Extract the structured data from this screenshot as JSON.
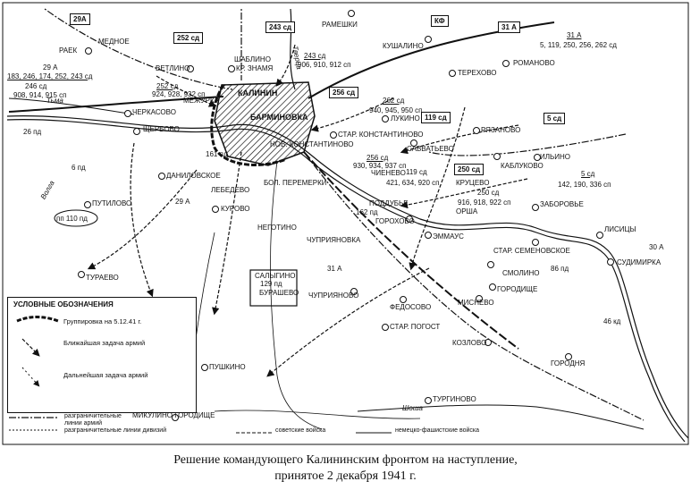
{
  "flags": {
    "f29a": "29А",
    "f252": "252 сд",
    "f243": "243 сд",
    "fkf": "КФ",
    "f31a": "31 А",
    "f256": "256 сд",
    "f119": "119 сд",
    "f5": "5 сд",
    "f250": "250 сд"
  },
  "places": {
    "raek": "РАЕК",
    "mednoe": "МЕДНОЕ",
    "rameshki": "РАМЕШКИ",
    "kushalino": "КУШАЛИНО",
    "romanovo": "РОМАНОВО",
    "shablino": "ШАБЛИНО",
    "kr_znamya": "КР. ЗНАМЯ",
    "vetlino": "ВЕТЛИНО",
    "mezhurka": "МЕЖУРКА",
    "kalinin": "КАЛИНИН",
    "barminovka": "БАРМИНОВКА",
    "cherkasovo": "ЧЕРКАСОВО",
    "terekhovo": "ТЕРЕХОВО",
    "lukino": "ЛУКИНО",
    "star_konst": "СТАР. КОНСТАНТИНОВО",
    "nov_konst": "НОВ. КОНСТАНТИНОВО",
    "ryazanovo": "РЯЗАНОВО",
    "savvatevo": "САВВАТЬЕВО",
    "ilino": "ИЛЬИНО",
    "kablukovo": "КАБЛУКОВО",
    "shcherbovo": "ЩЕРБОВО",
    "danilovskoe": "ДАНИЛОВСКОЕ",
    "lebedevo": "ЛЕБЕДЕВО",
    "kurovo": "КУРОВО",
    "bol_peremerki": "БОЛ. ПЕРЕМЕРКИ",
    "chienevo": "ЧИЕНЕВО",
    "krutsevo": "КРУЦЕВО",
    "zaborovye": "ЗАБОРОВЬЕ",
    "putilovo": "ПУТИЛОВО",
    "negotino": "НЕГОТИНО",
    "poddubye": "ПОДДУБЬЕ",
    "orsha": "ОРША",
    "gorokhovo": "ГОРОХОВО",
    "emmaus": "ЭММАУС",
    "lisitsy": "ЛИСИЦЫ",
    "chupriyanovka": "ЧУПРИЯНОВКА",
    "star_semenovskoe": "СТАР. СЕМЕНОВСКОЕ",
    "sudimirka": "СУДИМИРКА",
    "turaevo": "ТУРАЕВО",
    "salygino": "САЛЫГИНО",
    "burashevo": "БУРАШЕВО",
    "smolino": "СМОЛИНО",
    "gorodishche": "ГОРОДИЩЕ",
    "chupriyanovo": "ЧУПРИЯНОВО",
    "fedosovo": "ФЕДОСОВО",
    "misnevo": "МИСНЕВО",
    "star_pogost": "СТАР. ПОГОСТ",
    "kozlovo": "КОЗЛОВО",
    "gorodnya": "ГОРОДНЯ",
    "pushkino": "ПУШКИНО",
    "turginovo": "ТУРГИНОВО",
    "mikulino": "МИКУЛИНО ГОРОДИЩЕ"
  },
  "units": {
    "u29a_head": "29 А",
    "u29a_list": "183, 246, 174, 252, 243 сд",
    "u246": "246 сд",
    "u252": "252 сд",
    "u908": "908, 914, 915 сп",
    "u924": "924, 928, 932 сп",
    "u243_head": "243 сд",
    "u243_list": "906, 910, 912 сп",
    "u31a_head": "31 А",
    "u31a_list": "5, 119, 250, 256, 262 сд",
    "u262": "262 сд",
    "u940": "940, 945, 950 сп",
    "u26": "26 пд",
    "u6": "6 пд",
    "u161": "161 пд",
    "u256": "256 сд",
    "u930": "930, 934, 937 сп",
    "u119": "119 сд",
    "u421": "421, 634, 920 сп",
    "u5": "5 сд",
    "u142": "142, 190, 336 сп",
    "u162": "162 пд",
    "u916": "916, 918, 922 сп",
    "u250": "250 сд",
    "u29a_s": "29 А",
    "u110": "пп 110 пд",
    "u129": "129 пд",
    "u31a_s": "31 А",
    "u86": "86 пд",
    "u30a": "30 А",
    "u46": "46 кд"
  },
  "rivers": {
    "tvertsa": "Тверца",
    "tma": "Тьма",
    "volga": "Волга",
    "shosha": "Шоша"
  },
  "legend": {
    "title": "УСЛОВНЫЕ ОБОЗНАЧЕНИЯ",
    "grouping": "Группировка на 5.12.41 г.",
    "nearest": "Ближайшая задача армий",
    "further": "Дальнейшая задача армий",
    "army_lines": "разграничительные линии армий",
    "div_lines": "разграничительные линии дивизий",
    "soviet": "советские войска",
    "german": "немецко-фашистские войска"
  },
  "caption": {
    "line1": "Решение командующего Калининским фронтом на наступление,",
    "line2": "принятое 2 декабря 1941 г."
  }
}
